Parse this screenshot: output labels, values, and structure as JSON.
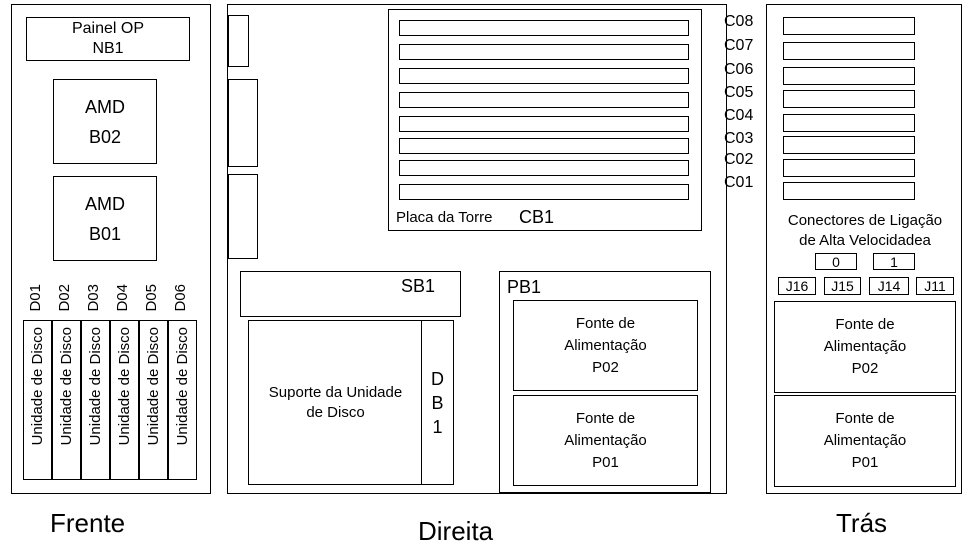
{
  "front": {
    "caption": "Frente",
    "panel_op": {
      "line1": "Painel OP",
      "line2": "NB1"
    },
    "amd_top": {
      "line1": "AMD",
      "line2": "B02"
    },
    "amd_bottom": {
      "line1": "AMD",
      "line2": "B01"
    },
    "drives": [
      {
        "label": "D01",
        "text": "Unidade de Disco"
      },
      {
        "label": "D02",
        "text": "Unidade de Disco"
      },
      {
        "label": "D03",
        "text": "Unidade de Disco"
      },
      {
        "label": "D04",
        "text": "Unidade de Disco"
      },
      {
        "label": "D05",
        "text": "Unidade de Disco"
      },
      {
        "label": "D06",
        "text": "Unidade de Disco"
      }
    ]
  },
  "right": {
    "caption": "Direita",
    "tower_board": {
      "label": "Placa da Torre",
      "id": "CB1"
    },
    "sb1": {
      "label": "SB1"
    },
    "disk_support": {
      "line1": "Suporte da Unidade",
      "line2": "de Disco"
    },
    "db1": {
      "c1": "D",
      "c2": "B",
      "c3": "1"
    },
    "pb1": {
      "label": "PB1"
    },
    "psu_top": {
      "line1": "Fonte de",
      "line2": "Alimentação",
      "line3": "P02"
    },
    "psu_bottom": {
      "line1": "Fonte de",
      "line2": "Alimentação",
      "line3": "P01"
    }
  },
  "back": {
    "caption": "Trás",
    "slots": [
      "C08",
      "C07",
      "C06",
      "C05",
      "C04",
      "C03",
      "C02",
      "C01"
    ],
    "hsl": {
      "line1": "Conectores de Ligação",
      "line2": "de Alta Velocidadea"
    },
    "hsl_ports": [
      "0",
      "1"
    ],
    "jacks": [
      "J16",
      "J15",
      "J14",
      "J11"
    ],
    "psu_top": {
      "line1": "Fonte de",
      "line2": "Alimentação",
      "line3": "P02"
    },
    "psu_bottom": {
      "line1": "Fonte de",
      "line2": "Alimentação",
      "line3": "P01"
    }
  }
}
